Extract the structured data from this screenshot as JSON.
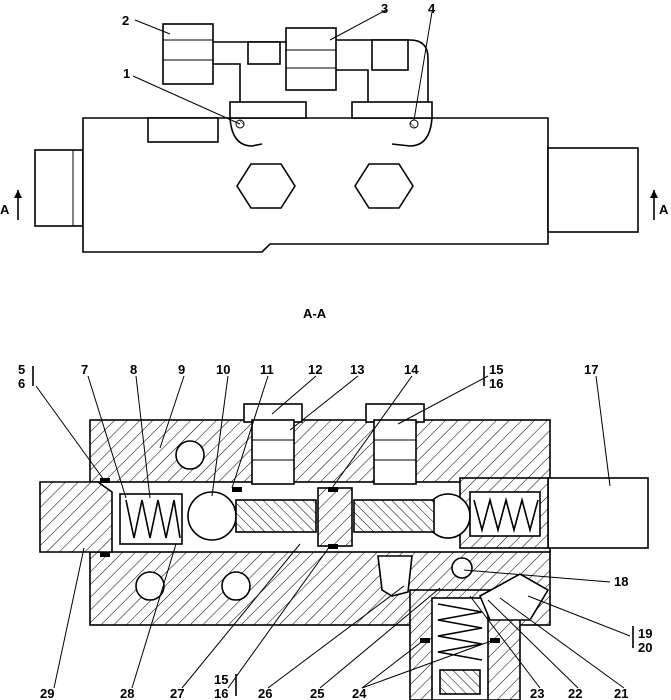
{
  "top_view": {
    "callouts": [
      "1",
      "2",
      "3",
      "4"
    ],
    "section_marker": "A",
    "section_title": "A-A"
  },
  "section_view": {
    "callouts_top": [
      "5",
      "6",
      "7",
      "8",
      "9",
      "10",
      "11",
      "12",
      "13",
      "14",
      "15",
      "16",
      "17"
    ],
    "callouts_right": [
      "18",
      "19",
      "20"
    ],
    "callouts_bottom": [
      "29",
      "28",
      "27",
      "15",
      "16",
      "26",
      "25",
      "24",
      "23",
      "22",
      "21"
    ]
  }
}
